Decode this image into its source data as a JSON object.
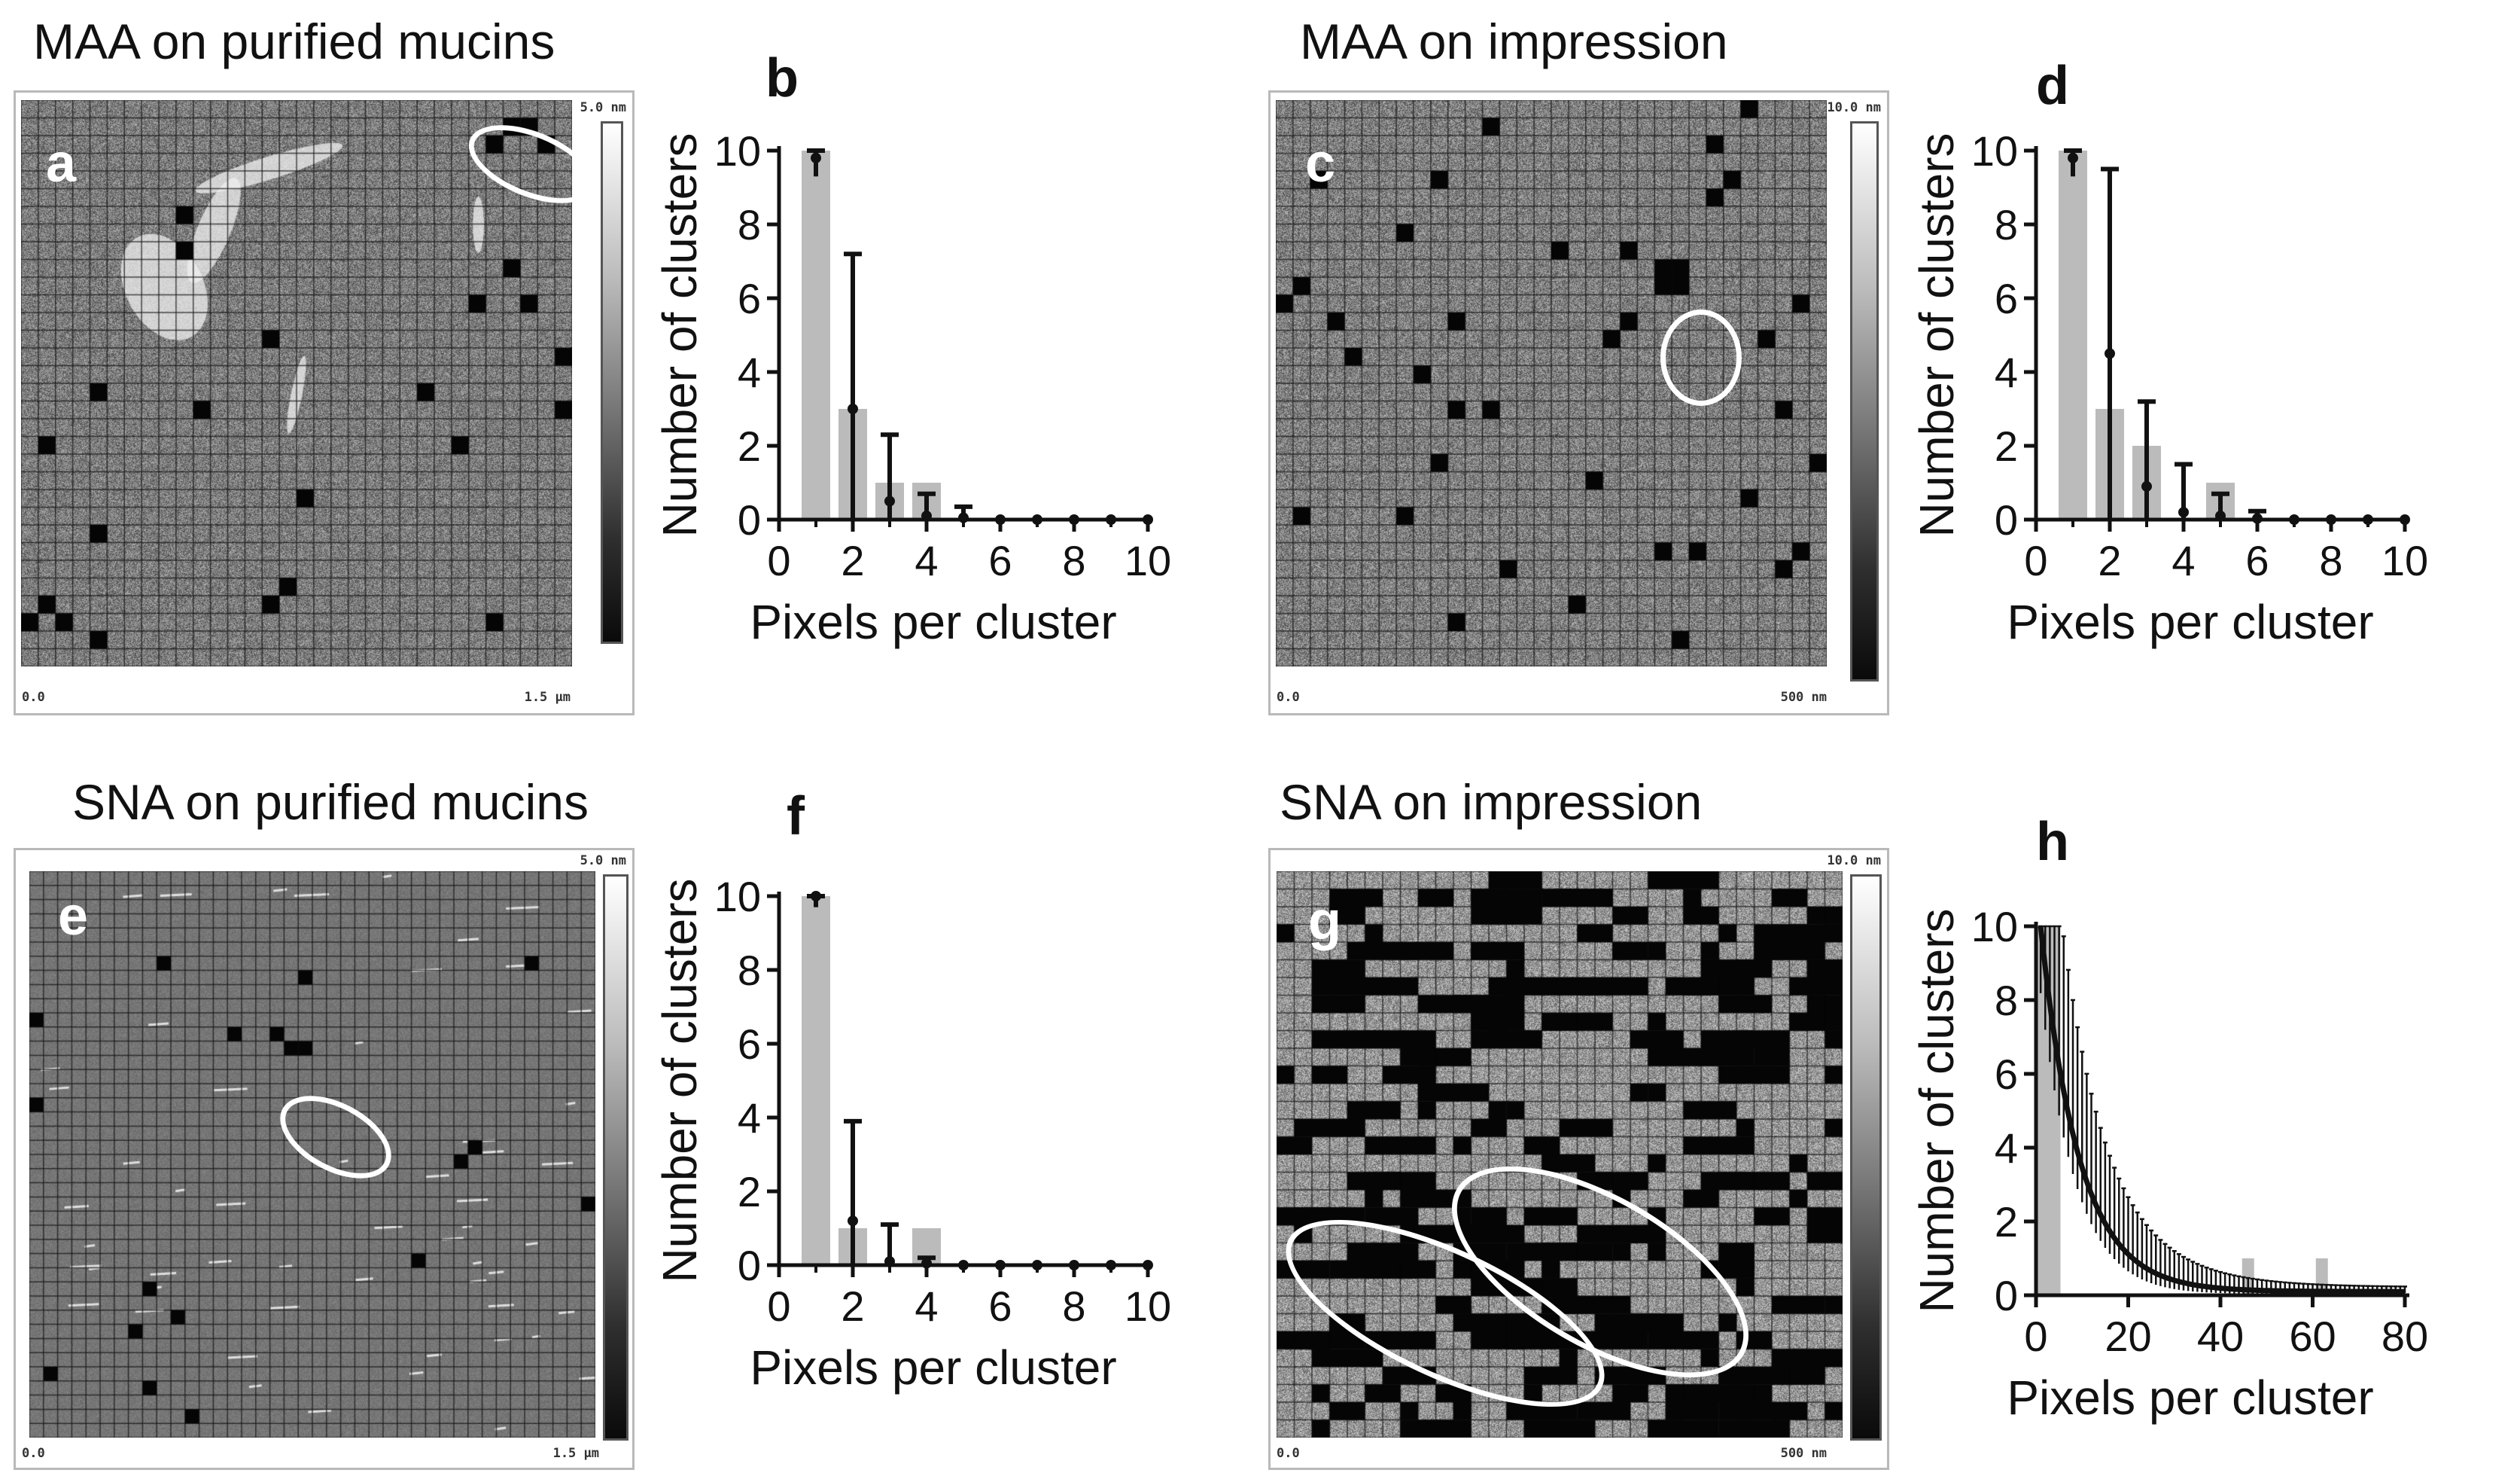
{
  "panels": {
    "a": {
      "letter": "a",
      "title": "MAA on purified mucins",
      "z_scale": "5.0 nm",
      "x_start": "0.0",
      "x_end": "1.5 µm"
    },
    "c": {
      "letter": "c",
      "title": "MAA on impression",
      "z_scale": "10.0 nm",
      "x_start": "0.0",
      "x_end": "500 nm"
    },
    "e": {
      "letter": "e",
      "title": "SNA on purified mucins",
      "z_scale": "5.0 nm",
      "x_start": "0.0",
      "x_end": "1.5 µm"
    },
    "g": {
      "letter": "g",
      "title": "SNA on impression",
      "z_scale": "10.0 nm",
      "x_start": "0.0",
      "x_end": "500 nm"
    }
  },
  "colors": {
    "bar": "#bbbbbb",
    "errorbar": "#111111",
    "ring": "#ffffff"
  },
  "chart_data": [
    {
      "panel": "b",
      "type": "bar",
      "xlabel": "Pixels per cluster",
      "ylabel": "Number of clusters",
      "xlim": [
        0,
        10
      ],
      "ylim": [
        0,
        10
      ],
      "xticks": [
        "0",
        "2",
        "4",
        "6",
        "8",
        "10"
      ],
      "yticks": [
        "0",
        "2",
        "4",
        "6",
        "8",
        "10"
      ],
      "bars": {
        "x": [
          1,
          2,
          3,
          4
        ],
        "values": [
          10,
          3,
          1,
          1
        ]
      },
      "random_mean": {
        "x": [
          1,
          2,
          3,
          4,
          5,
          6,
          7,
          8,
          9,
          10
        ],
        "y": [
          9.8,
          3.0,
          0.5,
          0.1,
          0.05,
          0,
          0,
          0,
          0,
          0
        ],
        "err": [
          0.5,
          4.2,
          1.8,
          0.6,
          0.3,
          0,
          0,
          0,
          0,
          0
        ]
      }
    },
    {
      "panel": "d",
      "type": "bar",
      "xlabel": "Pixels per cluster",
      "ylabel": "Number of clusters",
      "xlim": [
        0,
        10
      ],
      "ylim": [
        0,
        10
      ],
      "xticks": [
        "0",
        "2",
        "4",
        "6",
        "8",
        "10"
      ],
      "yticks": [
        "0",
        "2",
        "4",
        "6",
        "8",
        "10"
      ],
      "bars": {
        "x": [
          1,
          2,
          3,
          5
        ],
        "values": [
          10,
          3,
          2,
          1
        ]
      },
      "random_mean": {
        "x": [
          1,
          2,
          3,
          4,
          5,
          6,
          7,
          8,
          9,
          10
        ],
        "y": [
          9.8,
          4.5,
          0.9,
          0.2,
          0.1,
          0.03,
          0,
          0,
          0,
          0
        ],
        "err": [
          0.5,
          5.0,
          2.3,
          1.3,
          0.6,
          0.2,
          0,
          0,
          0,
          0
        ]
      }
    },
    {
      "panel": "f",
      "type": "bar",
      "xlabel": "Pixels per cluster",
      "ylabel": "Number of clusters",
      "xlim": [
        0,
        10
      ],
      "ylim": [
        0,
        10
      ],
      "xticks": [
        "0",
        "2",
        "4",
        "6",
        "8",
        "10"
      ],
      "yticks": [
        "0",
        "2",
        "4",
        "6",
        "8",
        "10"
      ],
      "bars": {
        "x": [
          1,
          2,
          4
        ],
        "values": [
          10,
          1,
          1
        ]
      },
      "random_mean": {
        "x": [
          1,
          2,
          3,
          4,
          5,
          6,
          7,
          8,
          9,
          10
        ],
        "y": [
          10,
          1.2,
          0.1,
          0.05,
          0,
          0,
          0,
          0,
          0,
          0
        ],
        "err": [
          0.3,
          2.7,
          1.0,
          0.15,
          0,
          0,
          0,
          0,
          0,
          0
        ]
      }
    },
    {
      "panel": "h",
      "type": "bar",
      "xlabel": "Pixels per cluster",
      "ylabel": "Number of clusters",
      "xlim": [
        0,
        80
      ],
      "ylim": [
        0,
        10
      ],
      "xticks": [
        "0",
        "20",
        "40",
        "60",
        "80"
      ],
      "yticks": [
        "0",
        "2",
        "4",
        "6",
        "8",
        "10"
      ],
      "bars": {
        "x": [
          1,
          2,
          3,
          4,
          46,
          62
        ],
        "values": [
          10,
          10,
          10,
          10,
          1,
          1
        ]
      },
      "random_mean_curve": {
        "a": 10,
        "decay": 0.12,
        "floor": 0.1,
        "x_start": 1,
        "x_end": 80
      },
      "error_curve": {
        "a": 10,
        "decay": 0.075,
        "floor": 0.12
      }
    }
  ],
  "ciphers_note": ""
}
